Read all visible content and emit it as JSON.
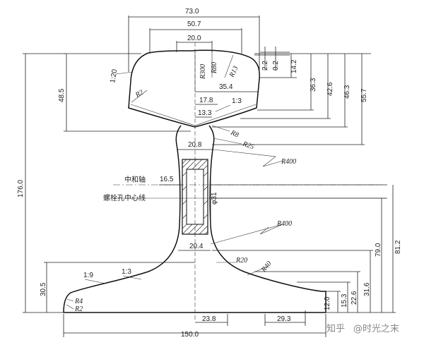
{
  "dimensions": {
    "head_width": "73.0",
    "head_top_width": "50.7",
    "crown_width": "20.0",
    "r300": "R300",
    "r80": "R80",
    "r13": "R13",
    "d22": "2.2",
    "d02": "0.2",
    "d142": "14.2",
    "d363": "36.3",
    "d426": "42.6",
    "d463": "46.3",
    "d557": "55.7",
    "d485": "48.5",
    "slope_120": "1:20",
    "r2_head": "R2",
    "d354": "35.4",
    "d178": "17.8",
    "d133": "13.3",
    "slope_13": "1:3",
    "r8": "R8",
    "r25": "R25",
    "web_top": "20.8",
    "r400_top": "R400",
    "d165": "16.5",
    "d31": "φ31",
    "r400_bottom": "R400",
    "web_bottom": "20.4",
    "r20": "R20",
    "r40": "R40",
    "d1760": "176.0",
    "d812": "81.2",
    "d790": "79.0",
    "d305": "30.5",
    "slope_19": "1:9",
    "slope_3": "1:3",
    "r4": "R4",
    "r2_foot": "R2",
    "d316": "31.6",
    "d226": "22.6",
    "d153": "15.3",
    "d120": "12.0",
    "d238": "23.8",
    "d293": "29.3",
    "base_width": "150.0"
  },
  "labels": {
    "neutral_axis": "中和轴",
    "bolt_hole_center": "螺栓孔中心线"
  },
  "watermark": {
    "platform": "知乎",
    "author": "@时光之末"
  }
}
